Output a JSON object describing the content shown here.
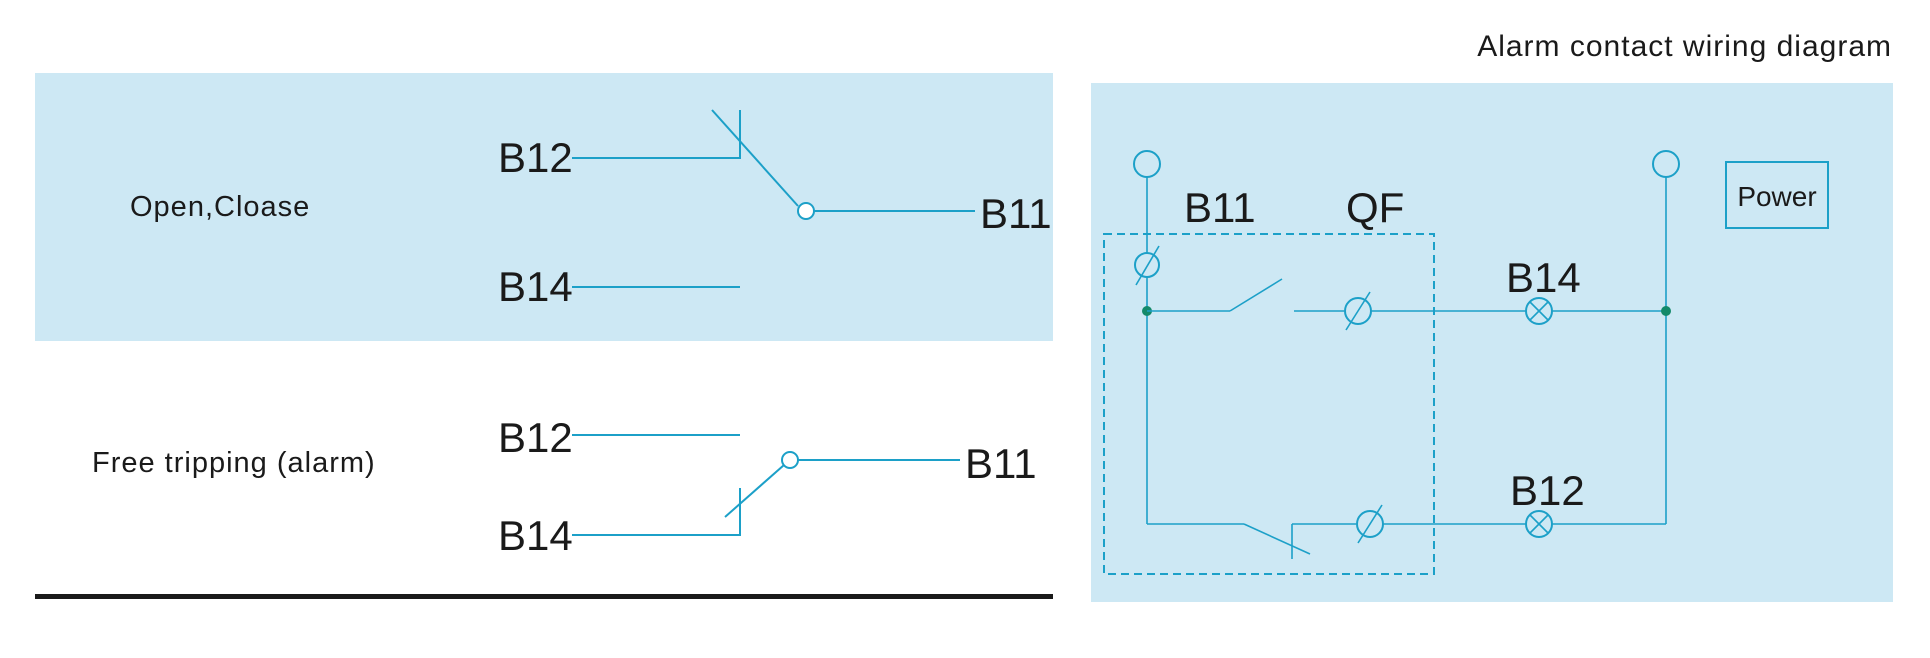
{
  "diagram_title": "Alarm contact wiring diagram",
  "left_panel": {
    "state_open_close": {
      "label": "Open,Cloase",
      "terminals": {
        "b12": "B12",
        "b14": "B14",
        "b11": "B11"
      }
    },
    "state_free_tripping": {
      "label": "Free tripping (alarm)",
      "terminals": {
        "b12": "B12",
        "b14": "B14",
        "b11": "B11"
      }
    }
  },
  "right_panel": {
    "breaker_labels": {
      "b11": "B11",
      "qf": "QF"
    },
    "lamp_labels": {
      "b14": "B14",
      "b12": "B12"
    },
    "power_label": "Power"
  },
  "colors": {
    "panel_fill": "#cde8f4",
    "wire": "#1ca0c8",
    "node": "#138a6a",
    "text": "#1a1a1a",
    "divider": "#1a1a1a"
  }
}
